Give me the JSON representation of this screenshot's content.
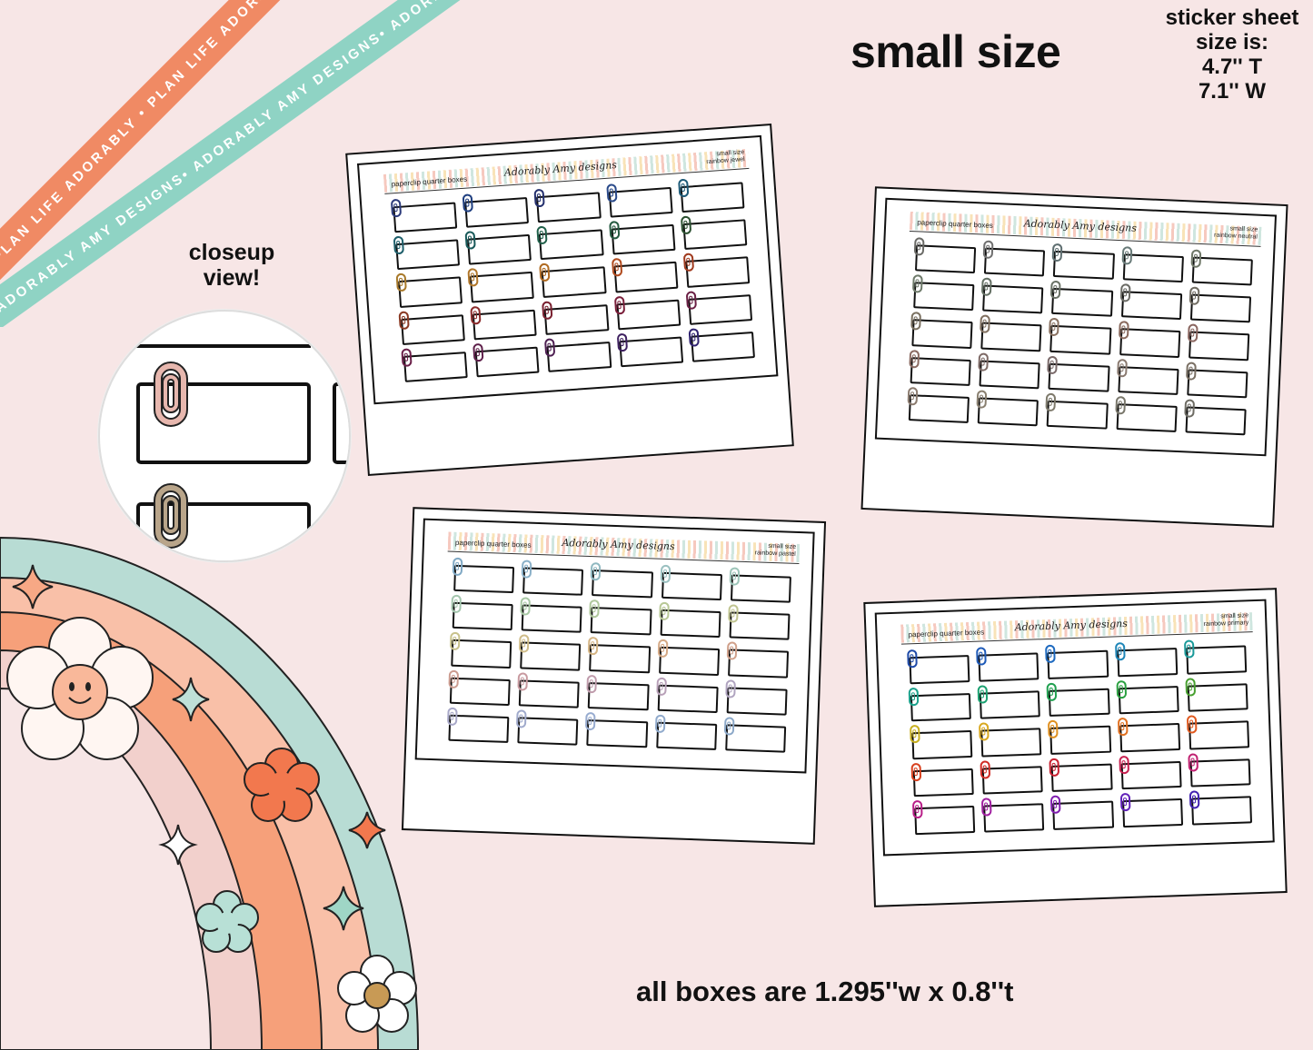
{
  "header": {
    "title": "small size",
    "sheet_size_label": "sticker sheet",
    "sheet_size_is": "size is:",
    "sheet_height": "4.7'' T",
    "sheet_width": "7.1'' W"
  },
  "ribbons": {
    "orange_text": "PLAN LIFE ADORABLY • PLAN LIFE ADORABLY • PLAN LIFE ADORABLY",
    "teal_text": "ADORABLY AMY DESIGNS• ADORABLY AMY DESIGNS• ADORABLY AMY DESIGNS"
  },
  "closeup": {
    "label_line1": "closeup",
    "label_line2": "view!"
  },
  "footer": {
    "box_dimensions": "all boxes are 1.295''w x 0.8''t"
  },
  "sheets": [
    {
      "name": "paperclip quarter boxes",
      "size": "small size",
      "variant": "rainbow jewel",
      "logo": "Adorably Amy designs",
      "clip_colors": [
        "#2b3a7a",
        "#1f3f80",
        "#24306e",
        "#2a4a8a",
        "#1d5a78",
        "#1e5f6b",
        "#195a5a",
        "#20604a",
        "#245a40",
        "#2b5030",
        "#a8792a",
        "#b0762a",
        "#b06a20",
        "#b04a1e",
        "#a03a1e",
        "#8a3a24",
        "#8a2a2a",
        "#7a2030",
        "#7a1f3a",
        "#6a1f44",
        "#6a1f48",
        "#5e1f4a",
        "#4e1f52",
        "#3e2060",
        "#2f2270"
      ]
    },
    {
      "name": "paperclip quarter boxes",
      "size": "small size",
      "variant": "rainbow neutral",
      "logo": "Adorably Amy designs",
      "clip_colors": [
        "#6a6a66",
        "#707070",
        "#5e6e70",
        "#687a78",
        "#6f7868",
        "#6e7a6a",
        "#647064",
        "#6a7266",
        "#6a6a64",
        "#706c62",
        "#7a7060",
        "#807060",
        "#8a7262",
        "#8a6a5e",
        "#8a6660",
        "#8a6a62",
        "#7e6a66",
        "#7a6a6a",
        "#8a7a70",
        "#7a7064",
        "#8a7a6e",
        "#8a8070",
        "#7e7a6c",
        "#7a786c",
        "#6e6c64"
      ]
    },
    {
      "name": "paperclip quarter boxes",
      "size": "small size",
      "variant": "rainbow pastel",
      "logo": "Adorably Amy designs",
      "clip_colors": [
        "#7fa8c4",
        "#8ab0c8",
        "#8fb8c0",
        "#9ac0c0",
        "#9cc4b8",
        "#a4c6ae",
        "#a8c8a4",
        "#b0c89c",
        "#b8c896",
        "#c0c490",
        "#c8c28c",
        "#cfbc88",
        "#d4b484",
        "#d4a884",
        "#d0a08a",
        "#cc9c90",
        "#c89aa0",
        "#c09cac",
        "#b8a0b8",
        "#b0a4c0",
        "#a8a8c8",
        "#a0aacc",
        "#98acd0",
        "#90aacc",
        "#8ca8c8"
      ]
    },
    {
      "name": "paperclip quarter boxes",
      "size": "small size",
      "variant": "rainbow primary",
      "logo": "Adorably Amy designs",
      "clip_colors": [
        "#1e4aa8",
        "#1e5ab8",
        "#1e6ac0",
        "#1e86b8",
        "#1a9a9a",
        "#1aa08a",
        "#1aa070",
        "#20a050",
        "#2aa040",
        "#48a030",
        "#c8b020",
        "#d8a820",
        "#e09020",
        "#e07020",
        "#e05a20",
        "#d8401e",
        "#d02a24",
        "#c82030",
        "#c82050",
        "#c02070",
        "#b81e88",
        "#a01ea0",
        "#801eb0",
        "#6020b8",
        "#4020b0"
      ]
    }
  ],
  "colors": {
    "background": "#f7e6e6",
    "ribbon_orange": "#f08a64",
    "ribbon_teal": "#8fd3c4",
    "rainbow_outer": "#b8dcd4",
    "rainbow_peach": "#f9c0a8",
    "rainbow_orange": "#f6a07a",
    "rainbow_pink": "#f2d0cc"
  }
}
